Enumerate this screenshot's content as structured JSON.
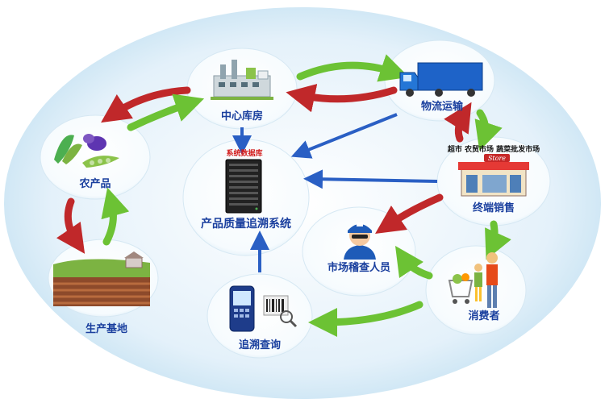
{
  "diagram": {
    "center": {
      "caption": "系统数据库",
      "title": "产品质量追溯系统"
    },
    "nodes": {
      "warehouse": "中心库房",
      "logistics": "物流运输",
      "retail": "终端销售",
      "retail_types": "超市 农贸市场 蔬菜批发市场",
      "store_sign": "Store",
      "consumer": "消费者",
      "query": "追溯查询",
      "inspector": "市场稽查人员",
      "produce": "农产品",
      "base": "生产基地"
    },
    "colors": {
      "ellipse": "#cfe6f4",
      "bubble": "#ffffff",
      "arrow_green": "#6cc234",
      "arrow_red": "#c0282a",
      "arrow_blue": "#2a5fc4",
      "label_blue": "#1a3f9e",
      "label_red": "#d21a1a"
    }
  }
}
